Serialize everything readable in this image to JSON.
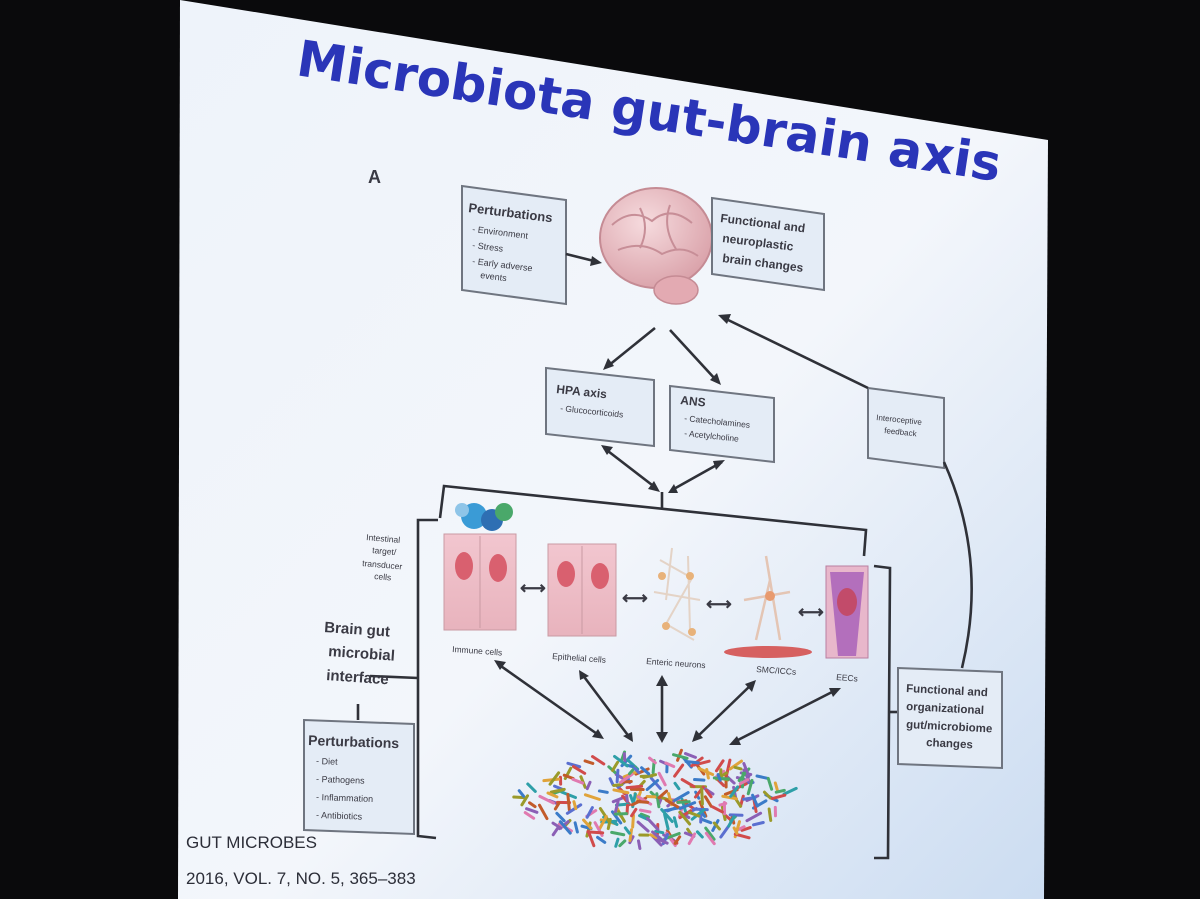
{
  "slide": {
    "title": "Microbiota gut-brain axis",
    "panel_label": "A",
    "citation_line1": "GUT MICROBES",
    "citation_line2": "2016, VOL. 7, NO. 5, 365–383"
  },
  "diagram": {
    "perturbations_top": {
      "title": "Perturbations",
      "items": [
        "- Environment",
        "- Stress",
        "- Early adverse",
        "events"
      ]
    },
    "brain_changes": [
      "Functional and",
      "neuroplastic",
      "brain changes"
    ],
    "hpa": {
      "title": "HPA axis",
      "item": "- Glucocorticoids"
    },
    "ans": {
      "title": "ANS",
      "items": [
        "- Catecholamines",
        "- Acetylcholine"
      ]
    },
    "interoceptive": [
      "Interoceptive",
      "feedback"
    ],
    "target_cells": [
      "Intestinal",
      "target/",
      "transducer",
      "cells"
    ],
    "interface": [
      "Brain gut",
      "microbial",
      "interface"
    ],
    "cells": [
      "Immune cells",
      "Epithelial cells",
      "Enteric neurons",
      "SMC/ICCs",
      "EECs"
    ],
    "gut_changes": [
      "Functional and",
      "organizational",
      "gut/microbiome",
      "changes"
    ],
    "perturbations_bottom": {
      "title": "Perturbations",
      "items": [
        "- Diet",
        "- Pathogens",
        "- Inflammation",
        "- Antibiotics"
      ]
    },
    "arrow_double": "⟷"
  },
  "colors": {
    "title": "#2a35b8",
    "screen_light": "#f1f5fb",
    "screen_blue": "#c9dcf2",
    "brain": "#e7b9bf",
    "cell_pink": "#e9a3b0",
    "eec_purple": "#a070b8"
  }
}
